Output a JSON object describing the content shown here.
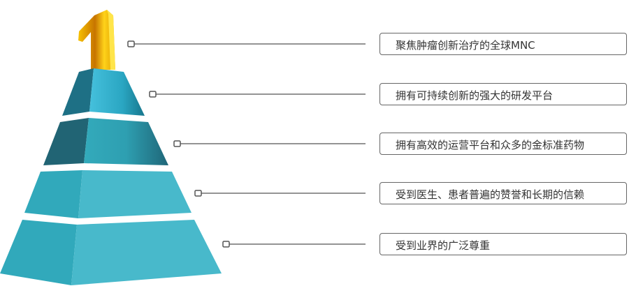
{
  "colors": {
    "gold": "#f2b705",
    "tier_dark": "#1f6678",
    "tier_mid": "#2fa8ba",
    "tier_light": "#48b9cb",
    "connector": "#555555"
  },
  "icon": "number-one-gold-trophy",
  "levels": [
    {
      "label": "聚焦肿瘤创新治疗的全球MNC"
    },
    {
      "label": "拥有可持续创新的强大的研发平台"
    },
    {
      "label": "拥有高效的运营平台和众多的金标准药物"
    },
    {
      "label": "受到医生、患者普遍的赞誉和长期的信赖"
    },
    {
      "label": "受到业界的广泛尊重"
    }
  ]
}
